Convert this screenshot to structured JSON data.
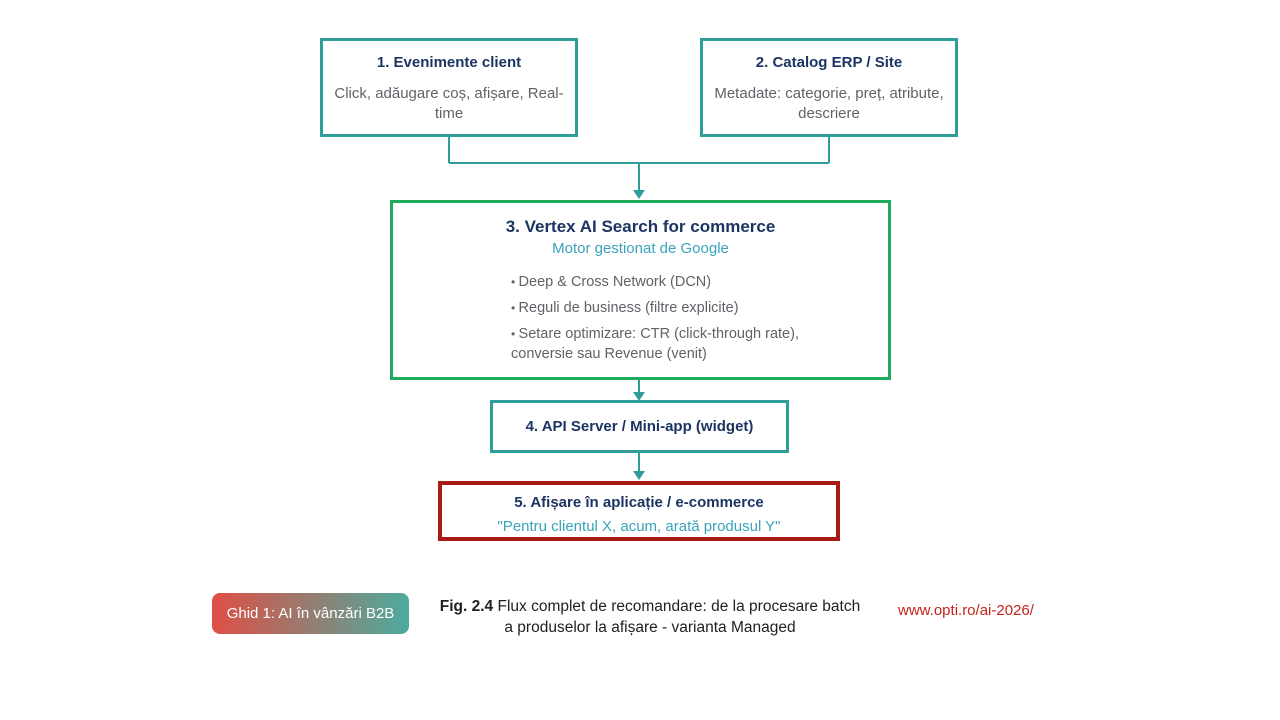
{
  "diagram": {
    "boxes": {
      "events": {
        "title": "1. Evenimente client",
        "body": "Click, adăugare coș, afișare, Real-time"
      },
      "catalog": {
        "title": "2. Catalog ERP / Site",
        "body": "Metadate: categorie, preț, atribute, descriere"
      },
      "vertex": {
        "title": "3. Vertex AI Search for commerce",
        "subtitle": "Motor gestionat de Google",
        "bullets": [
          "Deep & Cross Network (DCN)",
          "Reguli de business (filtre explicite)",
          "Setare optimizare: CTR (click-through rate), conversie sau Revenue (venit)"
        ]
      },
      "api_server": {
        "title": "4. API Server / Mini-app (widget)"
      },
      "display": {
        "title": "5. Afișare în aplicație / e-commerce",
        "quote": "\"Pentru clientul X, acum, arată produsul Y\""
      }
    }
  },
  "footer": {
    "badge_label": "Ghid 1: AI în vânzări B2B",
    "caption_prefix": "Fig. 2.4",
    "caption_text": "Flux complet de recomandare: de la procesare batch a produselor la afișare - varianta Managed",
    "link_url": "www.opti.ro/ai-2026/"
  },
  "colors": {
    "teal_border": "#2f9e99",
    "green_border": "#1cab5b",
    "red_border": "#a61c15",
    "navy_text": "#1b3462",
    "body_gray": "#5f6368",
    "accent_teal_text": "#3aa3ba",
    "link_red": "#c4241c",
    "badge_gradient_left": "#df4f45",
    "badge_gradient_right": "#4cab9e"
  }
}
